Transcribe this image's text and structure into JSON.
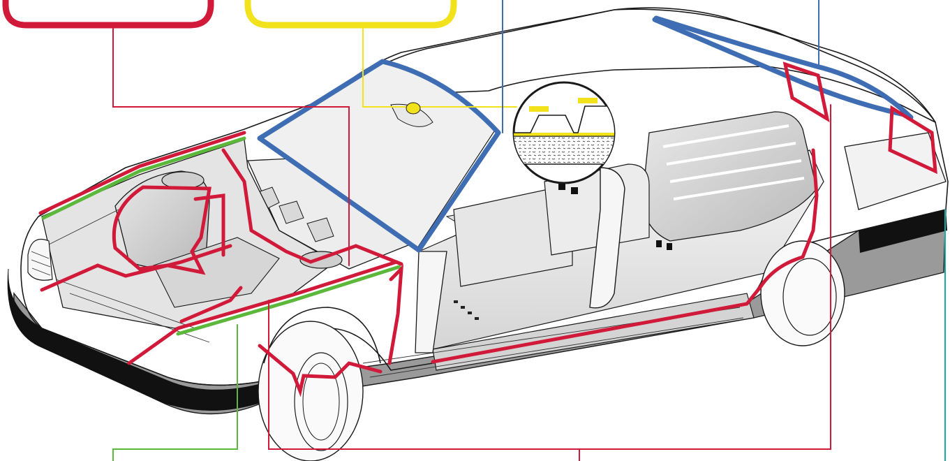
{
  "colors": {
    "red": "#d11a3a",
    "yellow": "#f2e21b",
    "blue": "#3f6db3",
    "green": "#5cb83b",
    "teal": "#1fa6a6",
    "outline": "#1a1a1a",
    "body_fill": "#f3f3f3",
    "shade": "#cfcfcf",
    "bumper_black": "#111111",
    "bumper_grey": "#8d8d8d"
  },
  "callouts": [
    {
      "id": "red-box",
      "color": "red"
    },
    {
      "id": "yellow-box",
      "color": "yellow"
    }
  ],
  "leaders": [
    {
      "id": "red-top-leader",
      "color": "red"
    },
    {
      "id": "yellow-leader",
      "color": "yellow"
    },
    {
      "id": "blue-windshield-leader",
      "color": "blue"
    },
    {
      "id": "blue-roof-leader",
      "color": "blue"
    },
    {
      "id": "green-leader",
      "color": "green"
    },
    {
      "id": "red-bottom-leader",
      "color": "red"
    },
    {
      "id": "teal-leader",
      "color": "teal"
    }
  ],
  "inset": {
    "label": "adhesive-cross-section-inset"
  }
}
